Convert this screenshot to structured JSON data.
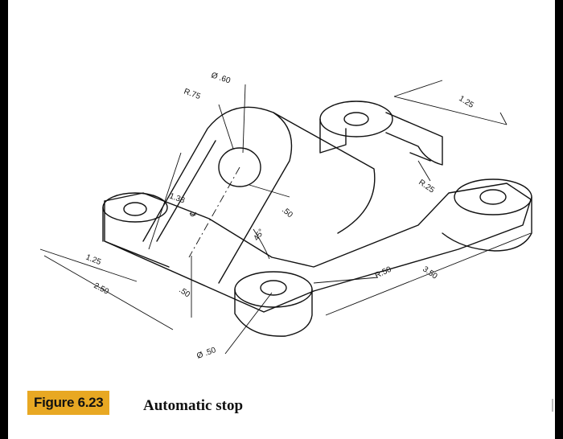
{
  "figure": {
    "badge": "Figure 6.23",
    "caption": "Automatic stop"
  },
  "dimensions": {
    "hole_dia_top": "Ø .60",
    "radius_top": "R.75",
    "height_138": "1.38",
    "centerline": "℄",
    "dim_50_arm": ".50",
    "angle_45": "45°",
    "left_125": "1.25",
    "left_250": "2.50",
    "thickness_50": ".50",
    "hole_dia_bottom": "Ø .50",
    "radius_50": "R.50",
    "length_350": "3.50",
    "radius_25": "R.25",
    "top_right_125": "1.25"
  },
  "colors": {
    "badge_bg": "#e8a823",
    "line": "#111111",
    "background": "#ffffff"
  }
}
